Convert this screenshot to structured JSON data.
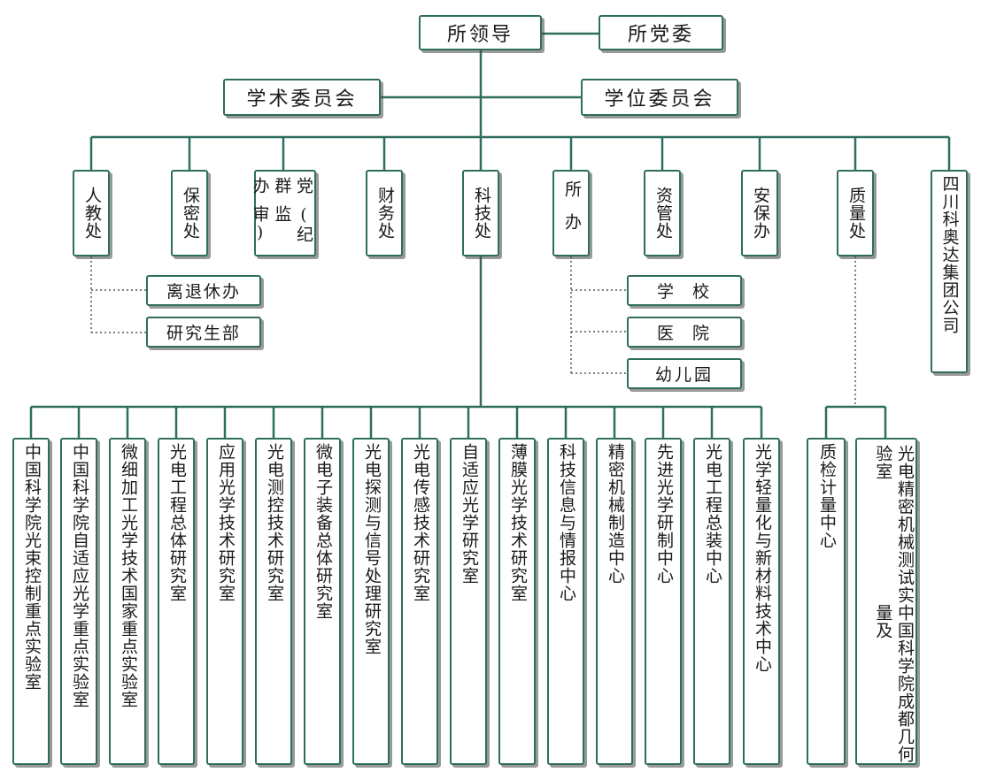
{
  "top": {
    "leadership": "所领导",
    "party_committee": "所党委"
  },
  "committees": {
    "academic": "学术委员会",
    "degree": "学位委员会"
  },
  "departments": [
    "人教处",
    "保密处",
    "科技处",
    "所办",
    "资管处",
    "安保办",
    "质量处",
    "四川科奥达集团公司"
  ],
  "dept_parts": {
    "party_office_part1": "党群办",
    "party_office_part2": "(纪监审)",
    "finance": "财务处"
  },
  "hr_sub": [
    "离退休办",
    "研究生部"
  ],
  "office_sub": [
    "学  校",
    "医  院",
    "幼儿园"
  ],
  "research_units": [
    "中国科学院光束控制重点实验室",
    "中国科学院自适应光学重点实验室",
    "微细加工光学技术国家重点实验室",
    "光电工程总体研究室",
    "应用光学技术研究室",
    "光电测控技术研究室",
    "微电子装备总体研究室",
    "光电探测与信号处理研究室",
    "光电传感技术研究室",
    "自适应光学研究室",
    "薄膜光学技术研究室",
    "科技信息与情报中心",
    "精密机械制造中心",
    "先进光学研制中心",
    "光电工程总装中心",
    "光学轻量化与新材料技术中心"
  ],
  "quality_units": {
    "calibration": "质检计量中心",
    "precision_lab_part1": "光电精密机械测试实验室",
    "precision_lab_part2": "中国科学院成都几何量及"
  },
  "colors": {
    "line": "#2e6e5e",
    "box_border": "#2e6e5e"
  }
}
